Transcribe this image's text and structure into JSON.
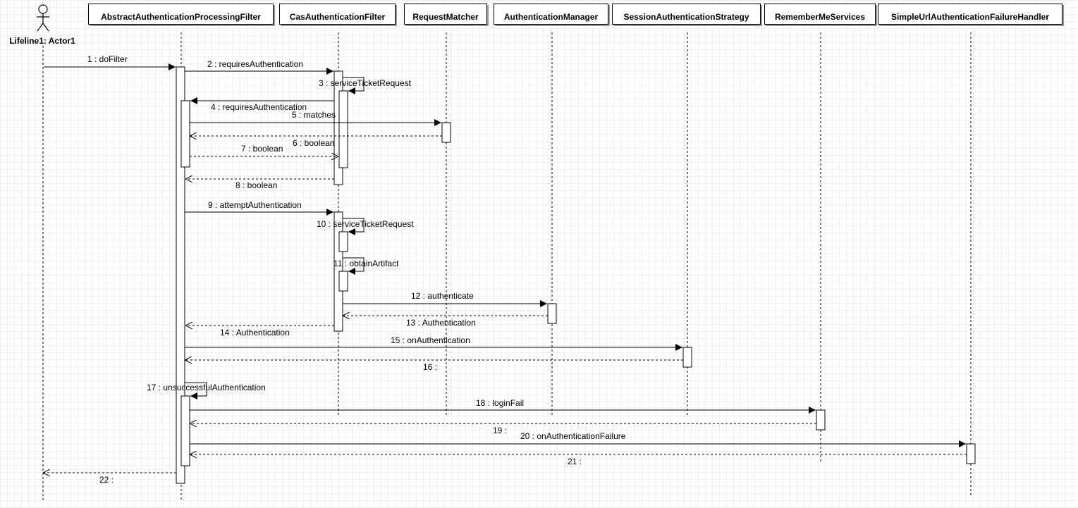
{
  "actor": {
    "name": "Lifeline1: Actor1",
    "icon": "stick-figure-icon"
  },
  "lifelines": [
    {
      "id": "actor",
      "name": "Lifeline1: Actor1"
    },
    {
      "id": "apf",
      "name": "AbstractAuthenticationProcessingFilter"
    },
    {
      "id": "caf",
      "name": "CasAuthenticationFilter"
    },
    {
      "id": "rm",
      "name": "RequestMatcher"
    },
    {
      "id": "am",
      "name": "AuthenticationManager"
    },
    {
      "id": "sas",
      "name": "SessionAuthenticationStrategy"
    },
    {
      "id": "rms",
      "name": "RememberMeServices"
    },
    {
      "id": "fh",
      "name": "SimpleUrlAuthenticationFailureHandler"
    }
  ],
  "messages": [
    {
      "n": 1,
      "label": "1 : doFilter",
      "from": "actor",
      "to": "apf",
      "kind": "call"
    },
    {
      "n": 2,
      "label": "2 : requiresAuthentication",
      "from": "apf",
      "to": "caf",
      "kind": "call"
    },
    {
      "n": 3,
      "label": "3 : serviceTicketRequest",
      "from": "caf",
      "to": "caf",
      "kind": "self"
    },
    {
      "n": 4,
      "label": "4 : requiresAuthentication",
      "from": "caf",
      "to": "apf",
      "kind": "call"
    },
    {
      "n": 5,
      "label": "5 : matches",
      "from": "apf",
      "to": "rm",
      "kind": "call"
    },
    {
      "n": 6,
      "label": "6 : boolean",
      "from": "rm",
      "to": "apf",
      "kind": "return"
    },
    {
      "n": 7,
      "label": "7 : boolean",
      "from": "apf",
      "to": "caf",
      "kind": "return"
    },
    {
      "n": 8,
      "label": "8 : boolean",
      "from": "caf",
      "to": "apf",
      "kind": "return"
    },
    {
      "n": 9,
      "label": "9 : attemptAuthentication",
      "from": "apf",
      "to": "caf",
      "kind": "call"
    },
    {
      "n": 10,
      "label": "10 : serviceTicketRequest",
      "from": "caf",
      "to": "caf",
      "kind": "self"
    },
    {
      "n": 11,
      "label": "11 : obtainArtifact",
      "from": "caf",
      "to": "caf",
      "kind": "self"
    },
    {
      "n": 12,
      "label": "12 : authenticate",
      "from": "caf",
      "to": "am",
      "kind": "call"
    },
    {
      "n": 13,
      "label": "13 : Authentication",
      "from": "am",
      "to": "caf",
      "kind": "return"
    },
    {
      "n": 14,
      "label": "14 : Authentication",
      "from": "caf",
      "to": "apf",
      "kind": "return"
    },
    {
      "n": 15,
      "label": "15 : onAuthentication",
      "from": "apf",
      "to": "sas",
      "kind": "call"
    },
    {
      "n": 16,
      "label": "16 :",
      "from": "sas",
      "to": "apf",
      "kind": "return"
    },
    {
      "n": 17,
      "label": "17 : unsuccessfulAuthentication",
      "from": "apf",
      "to": "apf",
      "kind": "self"
    },
    {
      "n": 18,
      "label": "18 : loginFail",
      "from": "apf",
      "to": "rms",
      "kind": "call"
    },
    {
      "n": 19,
      "label": "19 :",
      "from": "rms",
      "to": "apf",
      "kind": "return"
    },
    {
      "n": 20,
      "label": "20 : onAuthenticationFailure",
      "from": "apf",
      "to": "fh",
      "kind": "call"
    },
    {
      "n": 21,
      "label": "21 :",
      "from": "fh",
      "to": "apf",
      "kind": "return"
    },
    {
      "n": 22,
      "label": "22 :",
      "from": "apf",
      "to": "actor",
      "kind": "return"
    }
  ]
}
